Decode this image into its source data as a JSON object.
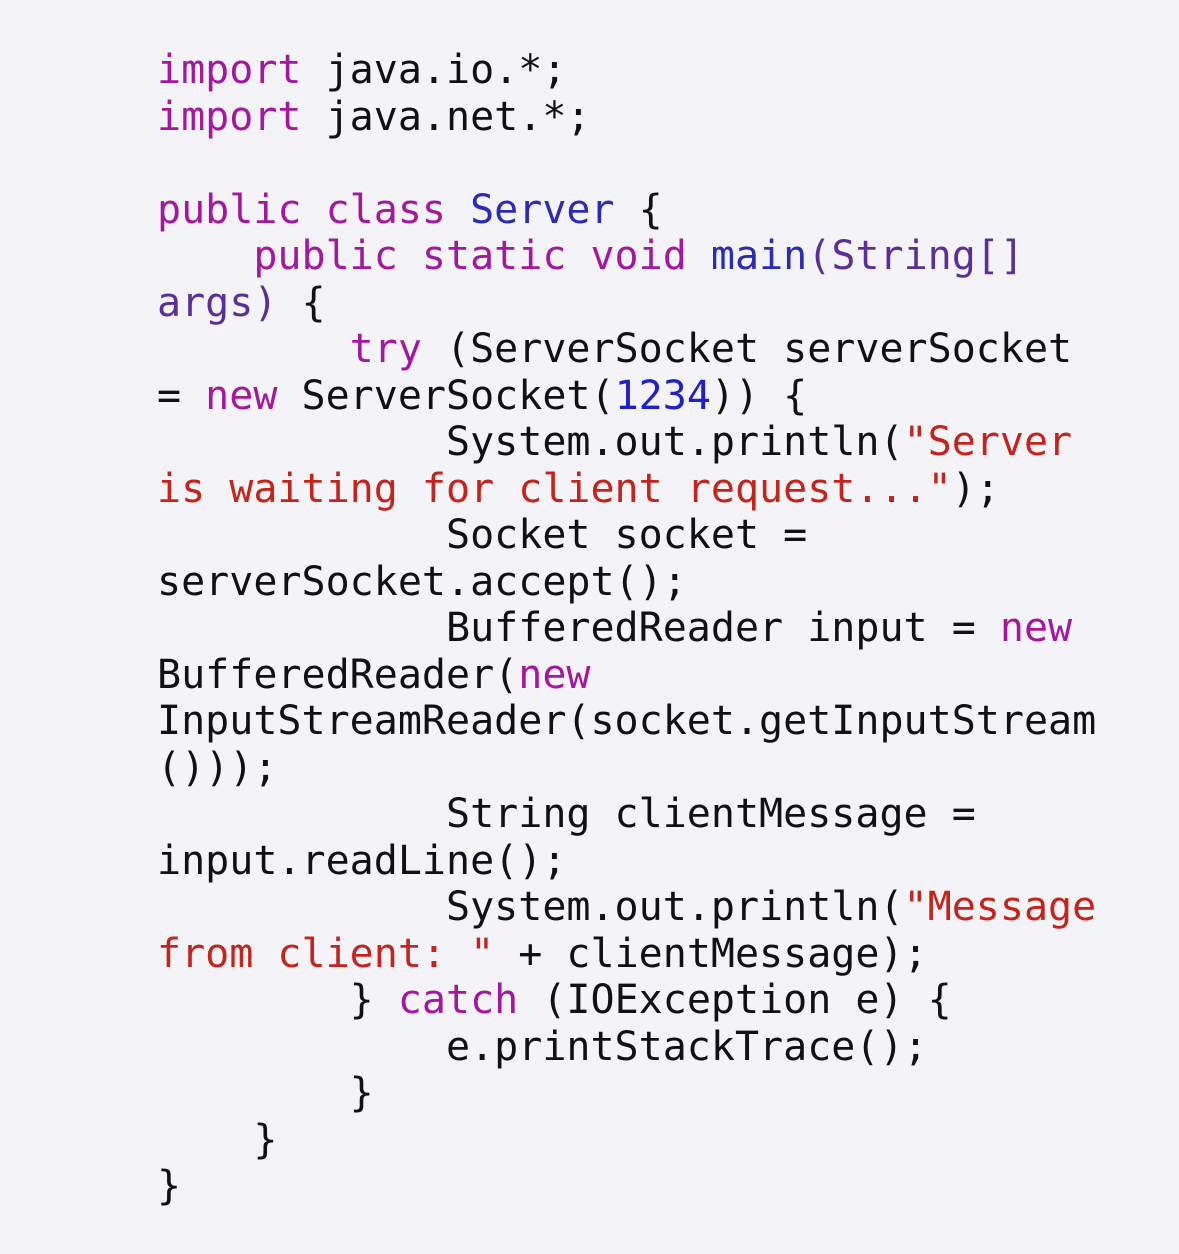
{
  "colors": {
    "background": "#f4f4f8",
    "plain": "#111111",
    "keyword": "#a3189f",
    "type": "#2b2bb8",
    "param": "#5b2f9a",
    "number": "#2020c8",
    "string": "#c4241c"
  },
  "code": {
    "lines": [
      [
        {
          "t": "import",
          "c": "keyword"
        },
        {
          "t": " java.io.*;",
          "c": "plain"
        }
      ],
      [
        {
          "t": "import",
          "c": "keyword"
        },
        {
          "t": " java.net.*;",
          "c": "plain"
        }
      ],
      [],
      [
        {
          "t": "public class",
          "c": "keyword"
        },
        {
          "t": " ",
          "c": "plain"
        },
        {
          "t": "Server",
          "c": "type"
        },
        {
          "t": " {",
          "c": "plain"
        }
      ],
      [
        {
          "t": "    ",
          "c": "plain"
        },
        {
          "t": "public static void",
          "c": "keyword"
        },
        {
          "t": " ",
          "c": "plain"
        },
        {
          "t": "main",
          "c": "type"
        },
        {
          "t": "(String[]",
          "c": "param"
        }
      ],
      [
        {
          "t": "args)",
          "c": "param"
        },
        {
          "t": " {",
          "c": "plain"
        }
      ],
      [
        {
          "t": "        ",
          "c": "plain"
        },
        {
          "t": "try",
          "c": "keyword"
        },
        {
          "t": " (ServerSocket serverSocket",
          "c": "plain"
        }
      ],
      [
        {
          "t": "= ",
          "c": "plain"
        },
        {
          "t": "new",
          "c": "keyword"
        },
        {
          "t": " ServerSocket(",
          "c": "plain"
        },
        {
          "t": "1234",
          "c": "number"
        },
        {
          "t": ")) {",
          "c": "plain"
        }
      ],
      [
        {
          "t": "            System.out.println(",
          "c": "plain"
        },
        {
          "t": "\"Server",
          "c": "string"
        }
      ],
      [
        {
          "t": "is waiting for client request...\"",
          "c": "string"
        },
        {
          "t": ");",
          "c": "plain"
        }
      ],
      [
        {
          "t": "            Socket socket =",
          "c": "plain"
        }
      ],
      [
        {
          "t": "serverSocket.accept();",
          "c": "plain"
        }
      ],
      [
        {
          "t": "            BufferedReader input = ",
          "c": "plain"
        },
        {
          "t": "new",
          "c": "keyword"
        }
      ],
      [
        {
          "t": "BufferedReader(",
          "c": "plain"
        },
        {
          "t": "new",
          "c": "keyword"
        }
      ],
      [
        {
          "t": "InputStreamReader(socket.getInputStream",
          "c": "plain"
        }
      ],
      [
        {
          "t": "()));",
          "c": "plain"
        }
      ],
      [
        {
          "t": "            String clientMessage =",
          "c": "plain"
        }
      ],
      [
        {
          "t": "input.readLine();",
          "c": "plain"
        }
      ],
      [
        {
          "t": "            System.out.println(",
          "c": "plain"
        },
        {
          "t": "\"Message",
          "c": "string"
        }
      ],
      [
        {
          "t": "from client: \"",
          "c": "string"
        },
        {
          "t": " + clientMessage);",
          "c": "plain"
        }
      ],
      [
        {
          "t": "        } ",
          "c": "plain"
        },
        {
          "t": "catch",
          "c": "keyword"
        },
        {
          "t": " (IOException e) {",
          "c": "plain"
        }
      ],
      [
        {
          "t": "            e.printStackTrace();",
          "c": "plain"
        }
      ],
      [
        {
          "t": "        }",
          "c": "plain"
        }
      ],
      [
        {
          "t": "    }",
          "c": "plain"
        }
      ],
      [
        {
          "t": "}",
          "c": "plain"
        }
      ]
    ]
  }
}
